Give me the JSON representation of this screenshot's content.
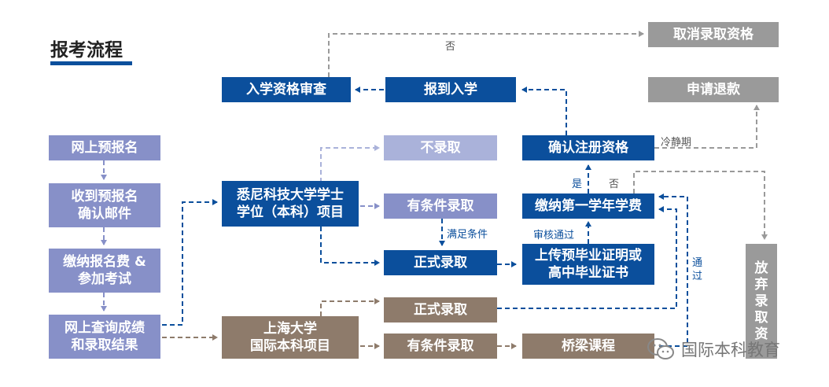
{
  "title": "报考流程",
  "nodes": {
    "online_pre_reg": "网上预报名",
    "receive_email": "收到预报名\n确认邮件",
    "pay_fee_exam": "缴纳报名费 &\n参加考试",
    "check_results": "网上查询成绩\n和录取结果",
    "uts_program": "悉尼科技大学学士\n学位（本科）项目",
    "shu_program": "上海大学\n国际本科项目",
    "not_admitted": "不录取",
    "conditional_uts": "有条件录取",
    "formal_uts": "正式录取",
    "formal_shu": "正式录取",
    "conditional_shu": "有条件录取",
    "bridge_course": "桥梁课程",
    "upload_cert": "上传预毕业证明或\n高中毕业证书",
    "pay_tuition": "缴纳第一学年学费",
    "confirm_reg": "确认注册资格",
    "report_enroll": "报到入学",
    "qualification_review": "入学资格审查",
    "cancel_admission": "取消录取资格",
    "apply_refund": "申请退款",
    "give_up": "放\n弃\n录\n取\n资"
  },
  "edge_labels": {
    "no_top": "否",
    "cooling": "冷静期",
    "yes": "是",
    "no_mid": "否",
    "meet_conditions": "满足条件",
    "review_passed": "审核通过",
    "passed": "通\n过"
  },
  "watermark": "国际本科教育",
  "colors": {
    "navy": "#0b4f9c",
    "lavender": "#8790c8",
    "pale_lavender": "#aab2da",
    "brown": "#8e7b6b",
    "grey": "#9a9a9a"
  }
}
